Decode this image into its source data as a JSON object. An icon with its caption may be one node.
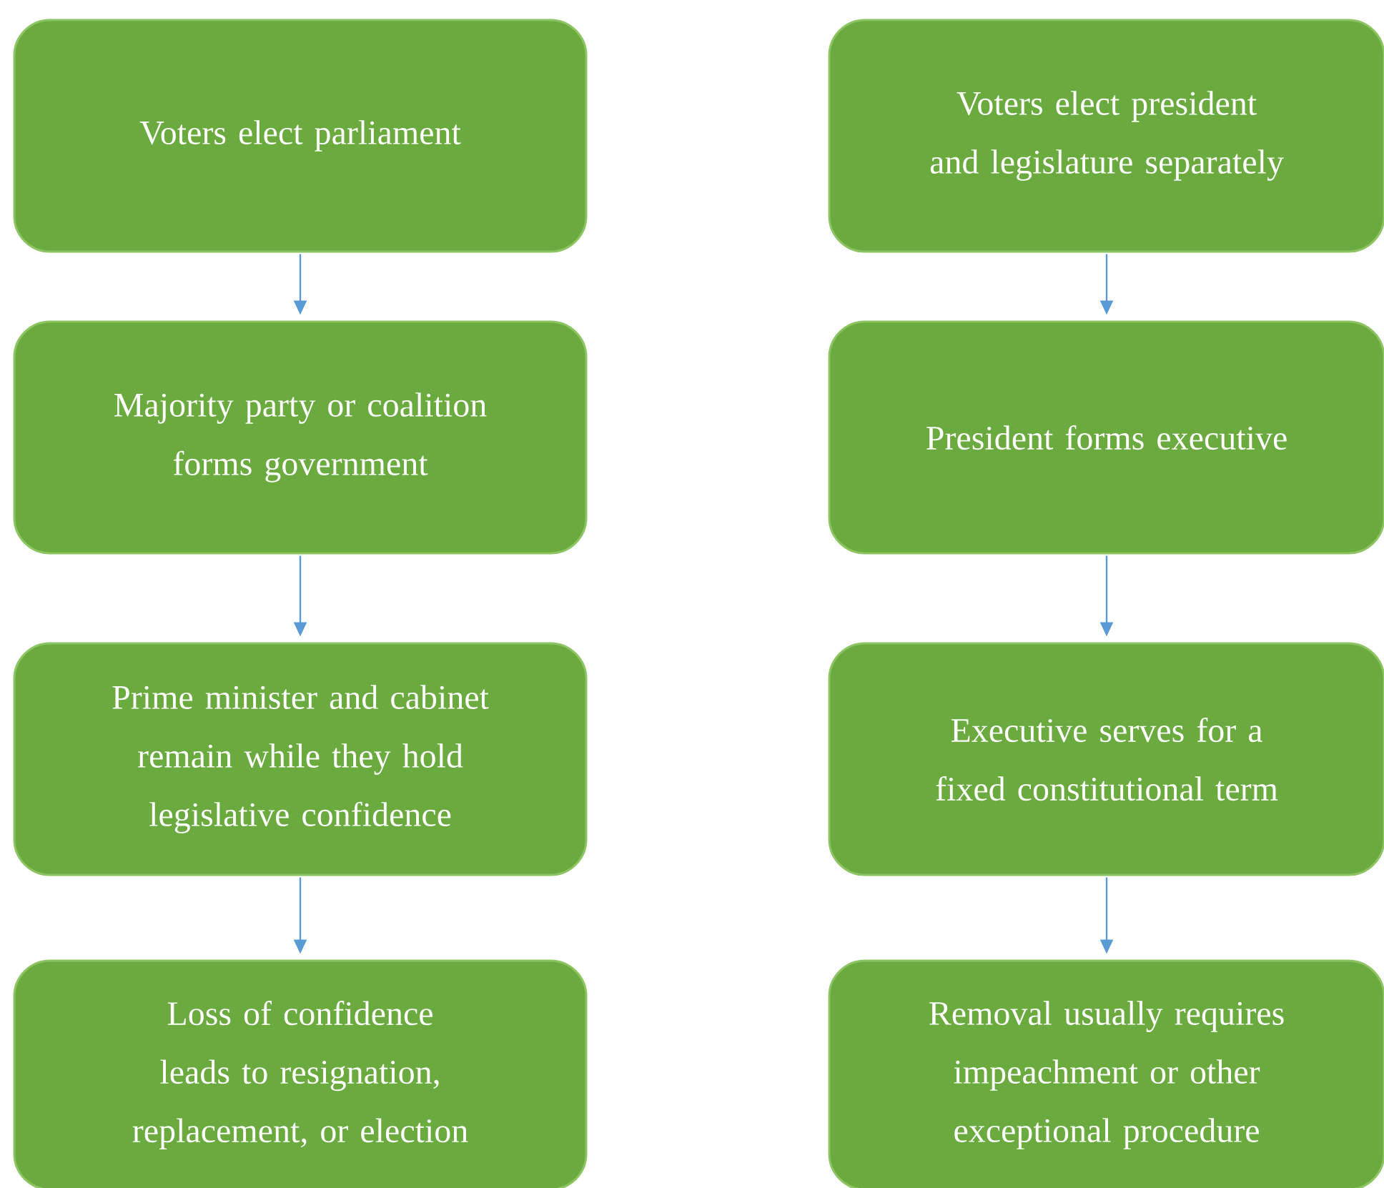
{
  "diagram": {
    "nodes": [
      {
        "text": [
          "Voters elect parliament"
        ]
      },
      {
        "text": [
          "Majority party or coalition forms government"
        ]
      },
      {
        "text": [
          "Prime minister and cabinet remain while they hold legislative confidence"
        ]
      },
      {
        "text": [
          "Loss of confidence leads to resignation, replacement, or election"
        ]
      },
      {
        "text": [
          "Voters elect president and legislature separately"
        ]
      },
      {
        "text": [
          "President forms executive"
        ]
      },
      {
        "text": [
          "Executive serves for a fixed constitutional term"
        ]
      },
      {
        "text": [
          "Removal usually requires impeachment or other exceptional procedure"
        ]
      }
    ],
    "edges": [
      {
        "from": 0,
        "to": 1,
        "arrow": "to"
      },
      {
        "from": 1,
        "to": 2,
        "arrow": "to"
      },
      {
        "from": 2,
        "to": 3,
        "arrow": "to"
      },
      {
        "from": 4,
        "to": 5,
        "arrow": "to"
      },
      {
        "from": 5,
        "to": 6,
        "arrow": "to"
      },
      {
        "from": 6,
        "to": 7,
        "arrow": "to"
      }
    ]
  }
}
